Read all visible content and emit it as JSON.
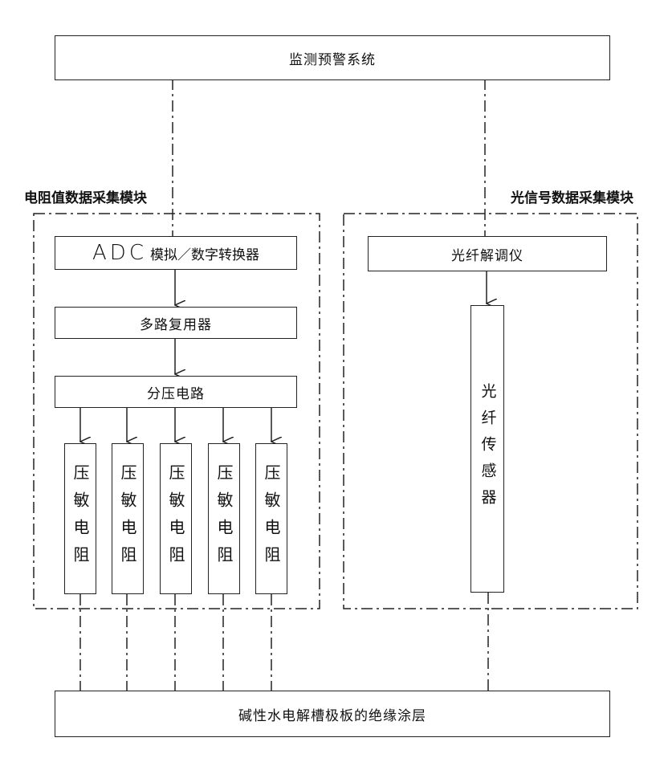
{
  "top_system": "监测预警系统",
  "resistance_module": {
    "title": "电阻值数据采集模块",
    "adc_prefix": "ADC",
    "adc_label": "模拟／数字转换器",
    "multiplexer": "多路复用器",
    "divider": "分压电路",
    "varistor_label": "压敏电阻"
  },
  "optical_module": {
    "title": "光信号数据采集模块",
    "demodulator": "光纤解调仪",
    "sensor": "光纤传感器"
  },
  "bottom_layer": "碱性水电解槽极板的绝缘涂层"
}
